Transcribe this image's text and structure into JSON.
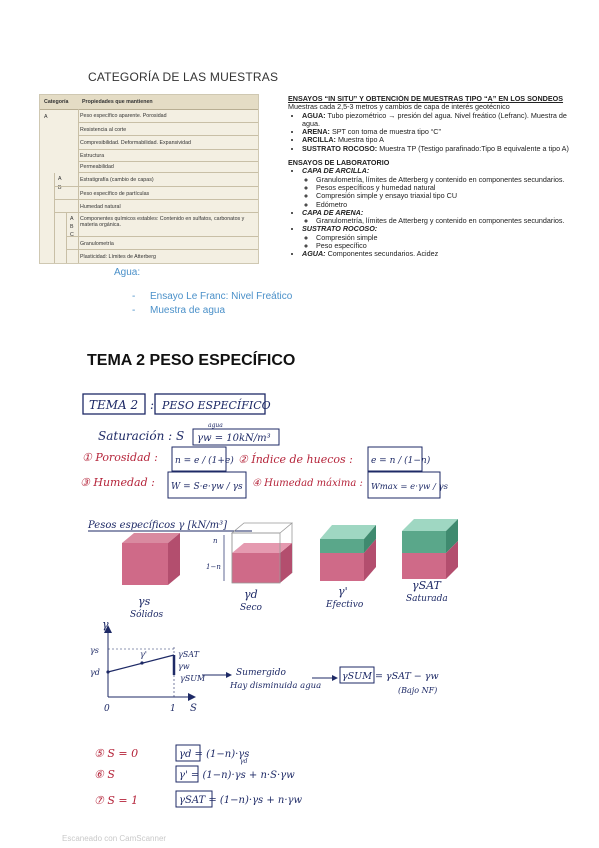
{
  "categoria_title": "CATEGORÍA DE LAS MUESTRAS",
  "table": {
    "col_categoria": "Categoría",
    "col_propiedades": "Propiedades que mantienen",
    "cat_a": "A",
    "cat_ab_a": "A",
    "cat_ab_b": "B",
    "cat_abc_a": "A",
    "cat_abc_b": "B",
    "cat_abc_c": "C",
    "rows": [
      "Peso específico aparente. Porosidad",
      "Resistencia al corte",
      "Compresibilidad. Deformabilidad. Expansividad",
      "Estructura",
      "Permeabilidad",
      "Estratigrafía (cambio de capas)",
      "Peso específico de partículas",
      "Humedad natural",
      "Componentes químicos estables: Contenido en sulfatos, carbonatos y materia orgánica.",
      "Granulometría",
      "Plasticidad: Límites de Atterberg"
    ]
  },
  "agua": {
    "title": "Agua:",
    "items": [
      "Ensayo Le Franc: Nivel Freático",
      "Muestra de agua"
    ]
  },
  "ensayos": {
    "title": "ENSAYOS “IN SITU” Y OBTENCIÓN DE MUESTRAS TIPO “A” EN LOS SONDEOS",
    "intro": "Muestras cada 2,5-3 metros y cambios de capa de interés geotécnico",
    "insitu": [
      {
        "label": "AGUA:",
        "text": "Tubo piezométrico → presión del agua. Nivel freático (Lefranc). Muestra de agua."
      },
      {
        "label": "ARENA:",
        "text": "SPT con toma de muestra tipo “C”"
      },
      {
        "label": "ARCILLA:",
        "text": "Muestra tipo A"
      },
      {
        "label": "SUSTRATO ROCOSO:",
        "text": "Muestra TP (Testigo parafinado:Tipo B equivalente a tipo A)"
      }
    ],
    "lab_title": "ENSAYOS DE LABORATORIO",
    "lab": [
      {
        "label": "CAPA DE ARCILLA:",
        "items": [
          "Granulometría, límites de Atterberg y contenido en componentes secundarios.",
          "Pesos específicos y humedad natural",
          "Compresión simple y ensayo triaxial tipo CU",
          "Edómetro"
        ]
      },
      {
        "label": "CAPA DE ARENA:",
        "items": [
          "Granulometría, límites de Atterberg y contenido en componentes secundarios."
        ]
      },
      {
        "label": "SUSTRATO ROCOSO:",
        "items": [
          "Compresión simple",
          "Peso específico"
        ]
      },
      {
        "label": "AGUA:",
        "text": "Componentes secundarios. Acidez"
      }
    ]
  },
  "tema_title": "TEMA 2 PESO ESPECÍFICO",
  "notes": {
    "box_tema": "TEMA 2",
    "box_peso": "PESO ESPECÍFICO",
    "saturacion": "Saturación : S",
    "agua_label": "agua",
    "gamma_w": "γw = 10kN/m³",
    "porosidad": "① Porosidad :",
    "porosidad_eq": "n = e / (1+e)",
    "indice": "② Índice de huecos :",
    "indice_eq": "e = n / (1−n)",
    "humedad": "③ Humedad :",
    "humedad_eq": "W = S·e·γw / γs",
    "hum_max": "④ Humedad máxima :",
    "hum_max_eq": "Wmax = e·γw / γs",
    "pesos": "Pesos específicos γ [kN/m³]",
    "n_label": "n",
    "one_minus_n": "1−n",
    "cubes": [
      {
        "sym": "γs",
        "name": "Sólidos"
      },
      {
        "sym": "γd",
        "name": "Seco"
      },
      {
        "sym": "γ'",
        "name": "Efectivo"
      },
      {
        "sym": "γSAT",
        "name": "Saturada"
      }
    ],
    "graph": {
      "y_axis": "γ",
      "x_axis": "S",
      "x0": "0",
      "x1": "1",
      "gs": "γs",
      "gp": "γ'",
      "gsat": "γSAT",
      "gw": "γw",
      "gd": "γd",
      "gsum": "γSUM"
    },
    "sumergido": "Sumergido",
    "hay_agua": "Hay disminuida agua",
    "gsum_eq": "γSUM = γSAT − γw",
    "bajo_nf": "(Bajo NF)",
    "eq5": "⑤  S = 0",
    "eq5_rhs": "γd = (1−n)·γs",
    "eq6": "⑥  S",
    "eq6_rhs": "γ' = (1−n)·γs + n·S·γw",
    "eq6_note": "γd",
    "eq7": "⑦  S = 1",
    "eq7_rhs": "γSAT = (1−n)·γs + n·γw"
  },
  "footer": "Escaneado con CamScanner",
  "colors": {
    "ink": "#1e2a66",
    "red": "#b5243a",
    "pink": "#d65a7a",
    "green": "#5aa78a",
    "agua": "#4a90c9"
  }
}
